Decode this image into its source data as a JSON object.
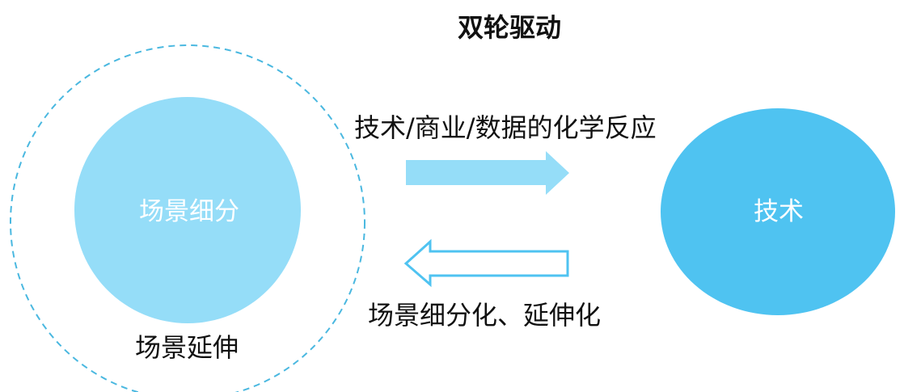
{
  "title": "双轮驱动",
  "labels": {
    "top_arrow": "技术/商业/数据的化学反应",
    "bottom_arrow": "场景细分化、延伸化",
    "outer_ring": "场景延伸"
  },
  "nodes": {
    "left_circle": "场景细分",
    "right_circle": "技术"
  },
  "colors": {
    "left_circle": "#95DDF8",
    "right_circle": "#4FC3F1",
    "dashed_ring": "#4AB8E0",
    "arrow_fill": "#95DDF8",
    "arrow_outline": "#4FC3F1",
    "text_dark": "#111111",
    "text_light": "#FFFFFF"
  }
}
